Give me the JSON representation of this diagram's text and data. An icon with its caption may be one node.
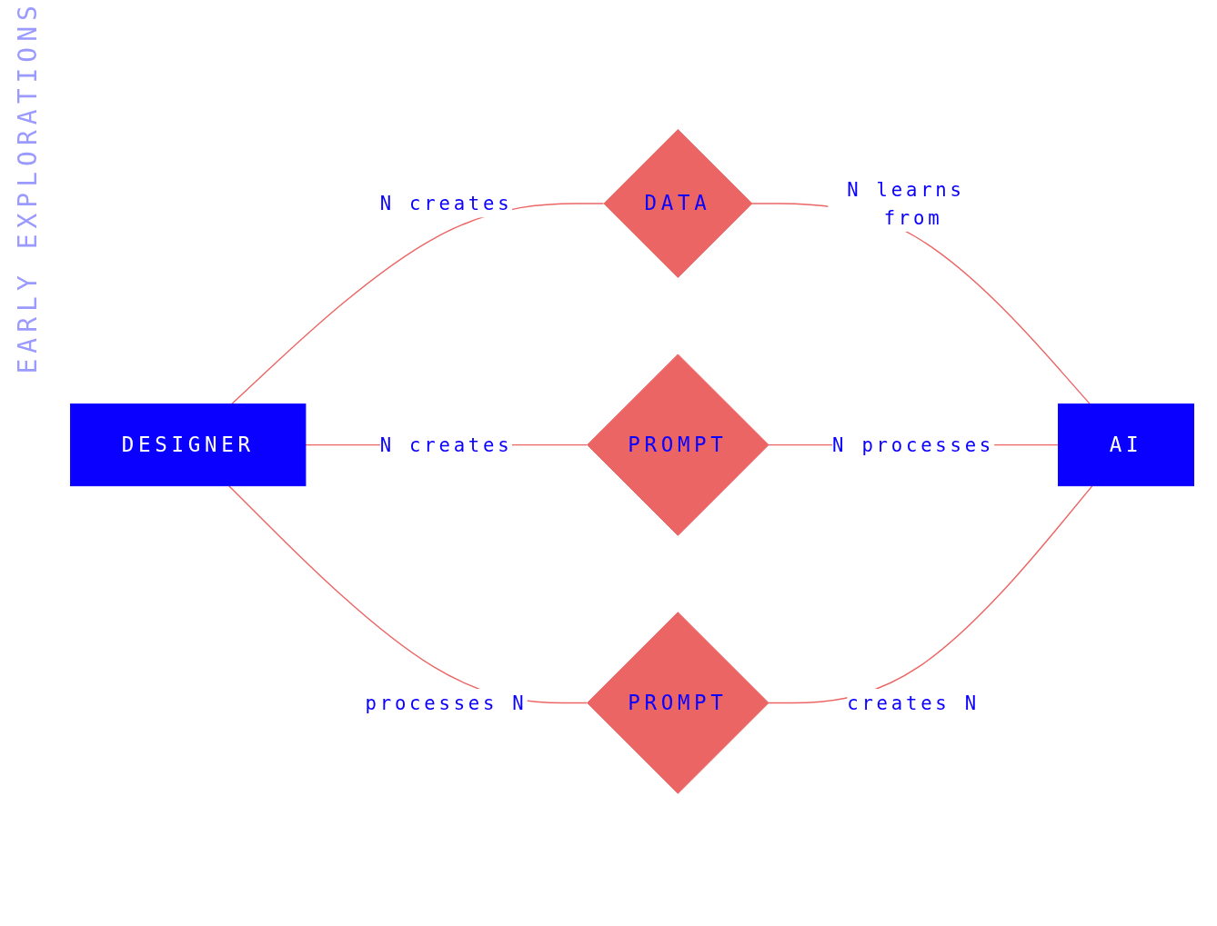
{
  "diagram": {
    "nodes": [
      {
        "text": [
          "DATA"
        ]
      },
      {
        "text": [
          "DESIGNER"
        ]
      },
      {
        "text": [
          "PROMPT"
        ]
      },
      {
        "text": [
          "AI"
        ]
      },
      {
        "text": [
          "PROMPT"
        ]
      }
    ],
    "edges": [
      {
        "from": 1,
        "to": 0,
        "arrow": "none",
        "label": "N creates"
      },
      {
        "from": 0,
        "to": 3,
        "arrow": "none",
        "label": "N learns from"
      },
      {
        "from": 1,
        "to": 2,
        "arrow": "none",
        "label": "N creates"
      },
      {
        "from": 2,
        "to": 3,
        "arrow": "none",
        "label": "N processes"
      },
      {
        "from": 1,
        "to": 4,
        "arrow": "none",
        "label": "processes N"
      },
      {
        "from": 4,
        "to": 3,
        "arrow": "none",
        "label": "creates N"
      }
    ],
    "labels": [
      "EARLY EXPLORATIONS"
    ]
  }
}
